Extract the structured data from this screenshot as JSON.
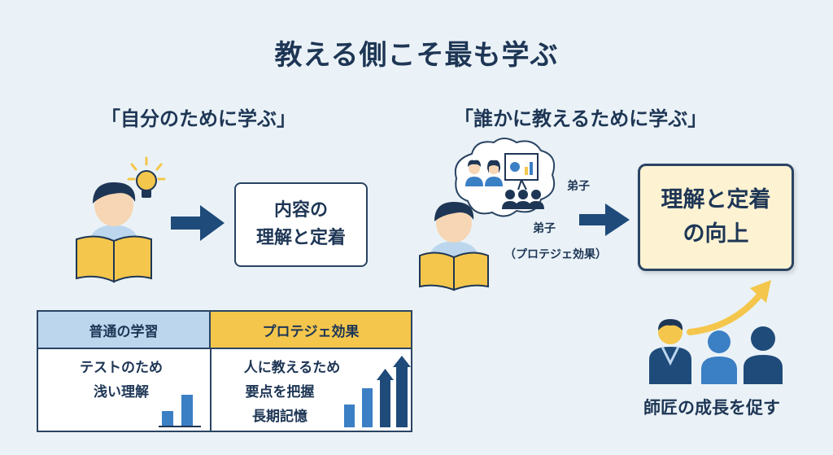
{
  "title": "教える側こそ最も学ぶ",
  "left_section": {
    "heading": "「自分のために学ぶ」",
    "result_line1": "内容の",
    "result_line2": "理解と定着"
  },
  "right_section": {
    "heading": "「誰かに教えるために学ぶ」",
    "label_student_top": "弟子",
    "label_student_mid": "弟子",
    "label_effect": "（プロテジェ効果）",
    "result_line1": "理解と定着",
    "result_line2": "の向上",
    "mentor_caption": "師匠の成長を促す"
  },
  "comparison_table": {
    "columns": [
      {
        "header": "普通の学習",
        "lines": [
          "テストのため",
          "浅い理解"
        ]
      },
      {
        "header": "プロテジェ効果",
        "lines": [
          "人に教えるため",
          "要点を把握",
          "長期記憶"
        ]
      }
    ]
  },
  "colors": {
    "navy": "#1e3655",
    "book_yellow": "#f4c64c",
    "light_blue": "#bcd6ee",
    "bar_blue": "#3b7fc4",
    "bar_navy": "#1f4b7a",
    "result_fill": "#fdf2d2"
  }
}
